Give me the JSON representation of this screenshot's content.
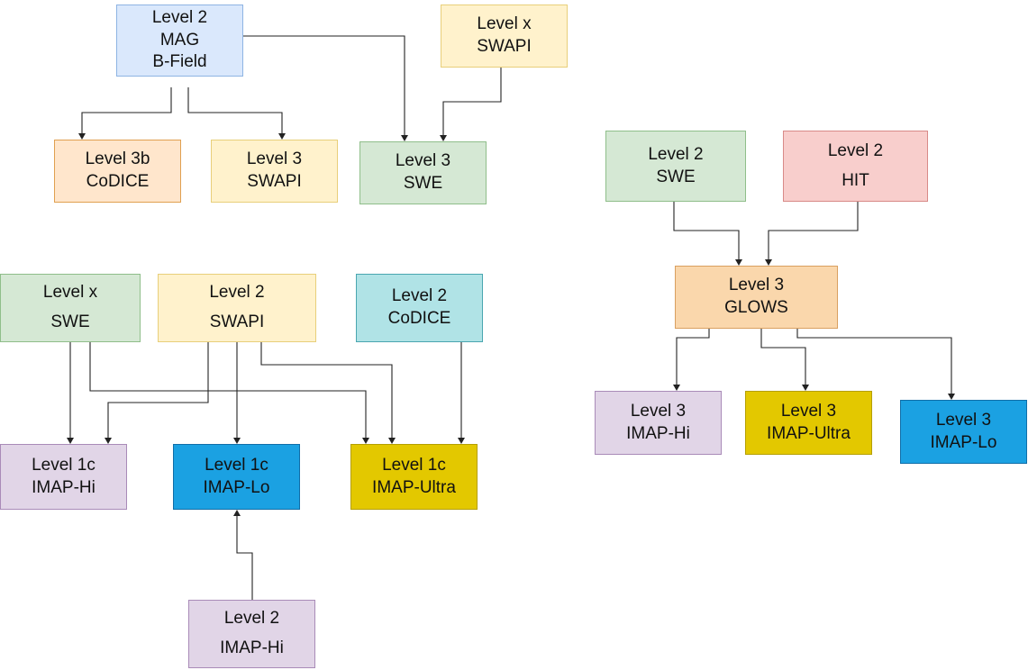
{
  "colors": {
    "blue": "#dae8fc",
    "blue_border": "#8eb4e3",
    "yellow": "#fff2cc",
    "yellow_border": "#e8cf7a",
    "orange": "#ffe6cc",
    "orange_border": "#e0a050",
    "green": "#d5e8d4",
    "green_border": "#8fbe8a",
    "red": "#f8cecc",
    "red_border": "#d88a88",
    "teal": "#b0e3e6",
    "teal_border": "#4aa6b0",
    "purple": "#e1d5e7",
    "purple_border": "#a98bb8",
    "mustard": "#e3c800",
    "mustard_border": "#b59f00",
    "cyan": "#1ba1e2",
    "cyan_border": "#106ea8",
    "glows": "#fad7ac",
    "glows_border": "#d9a060"
  },
  "nodes": {
    "mag": {
      "line1": "Level 2",
      "line2": "MAG",
      "line3": "B-Field"
    },
    "swapi_x": {
      "line1": "Level x",
      "line2": "SWAPI"
    },
    "codice_3b": {
      "line1": "Level 3b",
      "line2": "CoDICE"
    },
    "swapi_3": {
      "line1": "Level 3",
      "line2": "SWAPI"
    },
    "swe_3": {
      "line1": "Level 3",
      "line2": "SWE"
    },
    "swe_2_right": {
      "line1": "Level 2",
      "line2": "SWE"
    },
    "hit_2": {
      "line1": "Level 2",
      "line2": "HIT"
    },
    "glows_3": {
      "line1": "Level 3",
      "line2": "GLOWS"
    },
    "swe_x": {
      "line1": "Level x",
      "line2": "SWE"
    },
    "swapi_2": {
      "line1": "Level 2",
      "line2": "SWAPI"
    },
    "codice_2": {
      "line1": "Level 2",
      "line2": "CoDICE"
    },
    "imap_hi_3": {
      "line1": "Level 3",
      "line2": "IMAP-Hi"
    },
    "imap_ultra_3": {
      "line1": "Level 3",
      "line2": "IMAP-Ultra"
    },
    "imap_lo_3": {
      "line1": "Level 3",
      "line2": "IMAP-Lo"
    },
    "imap_hi_1c": {
      "line1": "Level 1c",
      "line2": "IMAP-Hi"
    },
    "imap_lo_1c": {
      "line1": "Level 1c",
      "line2": "IMAP-Lo"
    },
    "imap_ultra_1c": {
      "line1": "Level 1c",
      "line2": "IMAP-Ultra"
    },
    "imap_hi_2": {
      "line1": "Level 2",
      "line2": "IMAP-Hi"
    }
  }
}
